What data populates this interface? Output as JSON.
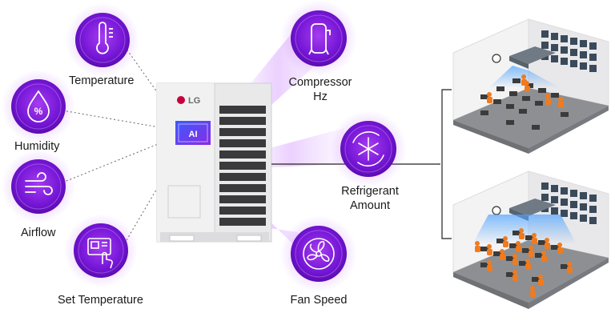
{
  "sensors": {
    "temperature": "Temperature",
    "humidity": "Humidity",
    "airflow": "Airflow",
    "set_temperature": "Set Temperature"
  },
  "outputs": {
    "compressor_line1": "Compressor",
    "compressor_line2": "Hz",
    "refrigerant_line1": "Refrigerant",
    "refrigerant_line2": "Amount",
    "fan_speed": "Fan Speed"
  },
  "unit": {
    "brand": "LG",
    "chip": "AI"
  },
  "colors": {
    "accent_purple": "#8a2be2",
    "deep_purple": "#5b0fb5",
    "person_orange": "#f07b1e",
    "room_floor": "#8d8f93",
    "room_wall": "#f2f2f2",
    "cool_air": "#4fa3ff"
  },
  "icons": [
    "thermometer-icon",
    "humidity-percent-icon",
    "airflow-wind-icon",
    "thermostat-touch-icon",
    "compressor-icon",
    "refrigerant-snowflake-icon",
    "fan-icon"
  ]
}
